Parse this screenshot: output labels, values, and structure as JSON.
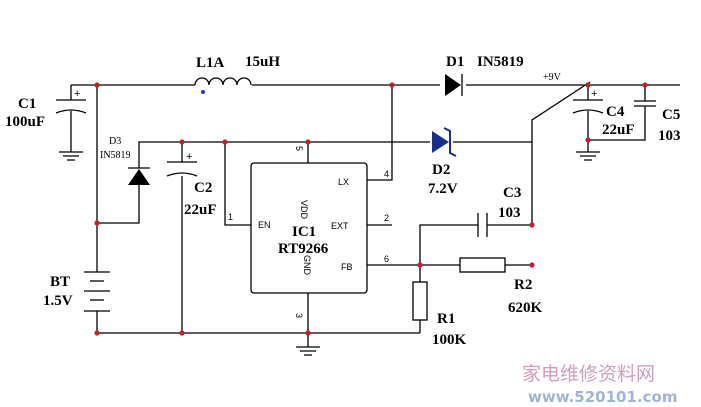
{
  "components": {
    "c1": {
      "ref": "C1",
      "value": "100uF"
    },
    "l1": {
      "ref": "L1A",
      "value": "15uH"
    },
    "d1": {
      "ref": "D1",
      "value": "IN5819"
    },
    "d3": {
      "ref": "D3",
      "value": "IN5819"
    },
    "c2": {
      "ref": "C2",
      "value": "22uF"
    },
    "d2": {
      "ref": "D2",
      "value": "7.2V"
    },
    "c3": {
      "ref": "C3",
      "value": "103"
    },
    "c4": {
      "ref": "C4",
      "value": "22uF"
    },
    "c5": {
      "ref": "C5",
      "value": "103"
    },
    "r1": {
      "ref": "R1",
      "value": "100K"
    },
    "r2": {
      "ref": "R2",
      "value": "620K"
    },
    "bt": {
      "ref": "BT",
      "value": "1.5V"
    },
    "ic1": {
      "ref": "IC1",
      "value": "RT9266"
    }
  },
  "ic_pins": {
    "vdd": "VDD",
    "lx": "LX",
    "en": "EN",
    "ext": "EXT",
    "fb": "FB",
    "gnd": "GND"
  },
  "pin_numbers": {
    "vdd": "5",
    "lx": "4",
    "en": "1",
    "ext": "2",
    "fb": "6",
    "gnd": "3"
  },
  "output_label": "+9V",
  "plus_sign": "+",
  "watermark": {
    "cn": "家电维修资料网",
    "url": "www.520101.com"
  }
}
